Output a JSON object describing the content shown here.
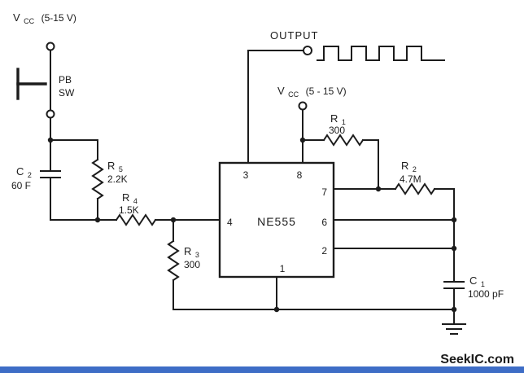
{
  "colors": {
    "ink": "#1c1c1c",
    "background": "#ffffff",
    "footer_bar": "#3e6dc6",
    "watermark": "#8b8b8b"
  },
  "power": {
    "vcc_left": {
      "sym": "V",
      "sub": "CC",
      "value": "(5-15 V)"
    },
    "vcc_right": {
      "sym": "V",
      "sub": "CC",
      "value": "(5 - 15 V)"
    }
  },
  "pushbutton": {
    "line1": "PB",
    "line2": "SW"
  },
  "components": {
    "c2": {
      "sym": "C",
      "sub": "2",
      "value": "60 F"
    },
    "r5": {
      "sym": "R",
      "sub": "5",
      "value": "2.2K"
    },
    "r4": {
      "sym": "R",
      "sub": "4",
      "value": "1.5K"
    },
    "r3": {
      "sym": "R",
      "sub": "3",
      "value": "300"
    },
    "r1": {
      "sym": "R",
      "sub": "1",
      "value": "300"
    },
    "r2": {
      "sym": "R",
      "sub": "2",
      "value": "4.7M"
    },
    "c1": {
      "sym": "C",
      "sub": "1",
      "value": "1000 pF"
    }
  },
  "ic": {
    "name": "NE555",
    "pins": {
      "pin3": "3",
      "pin8": "8",
      "pin7": "7",
      "pin6": "6",
      "pin2": "2",
      "pin4": "4",
      "pin1": "1"
    }
  },
  "output": {
    "label": "OUTPUT"
  },
  "watermark": {
    "text": "SeekIC.com"
  }
}
